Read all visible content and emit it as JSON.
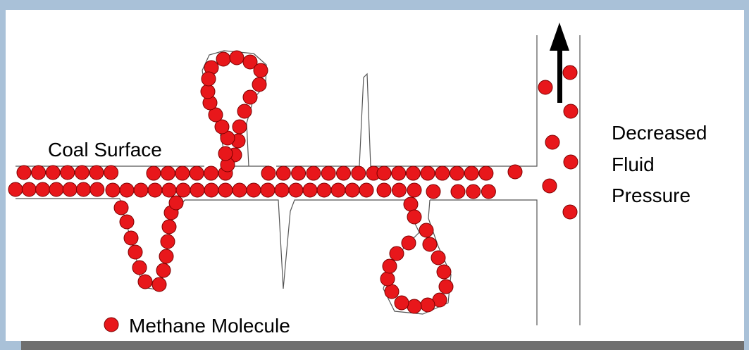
{
  "labels": {
    "coal_surface": "Coal Surface",
    "pressure_line1": "Decreased",
    "pressure_line2": "Fluid",
    "pressure_line3": "Pressure",
    "legend": "Methane Molecule"
  },
  "colors": {
    "molecule": "#e8171b",
    "molecule_stroke": "#7a0000",
    "outline": "#555555",
    "background": "#a9c1d8",
    "canvas": "#ffffff"
  },
  "icons": {
    "arrow": "upward-arrow",
    "molecule": "red-circle"
  }
}
